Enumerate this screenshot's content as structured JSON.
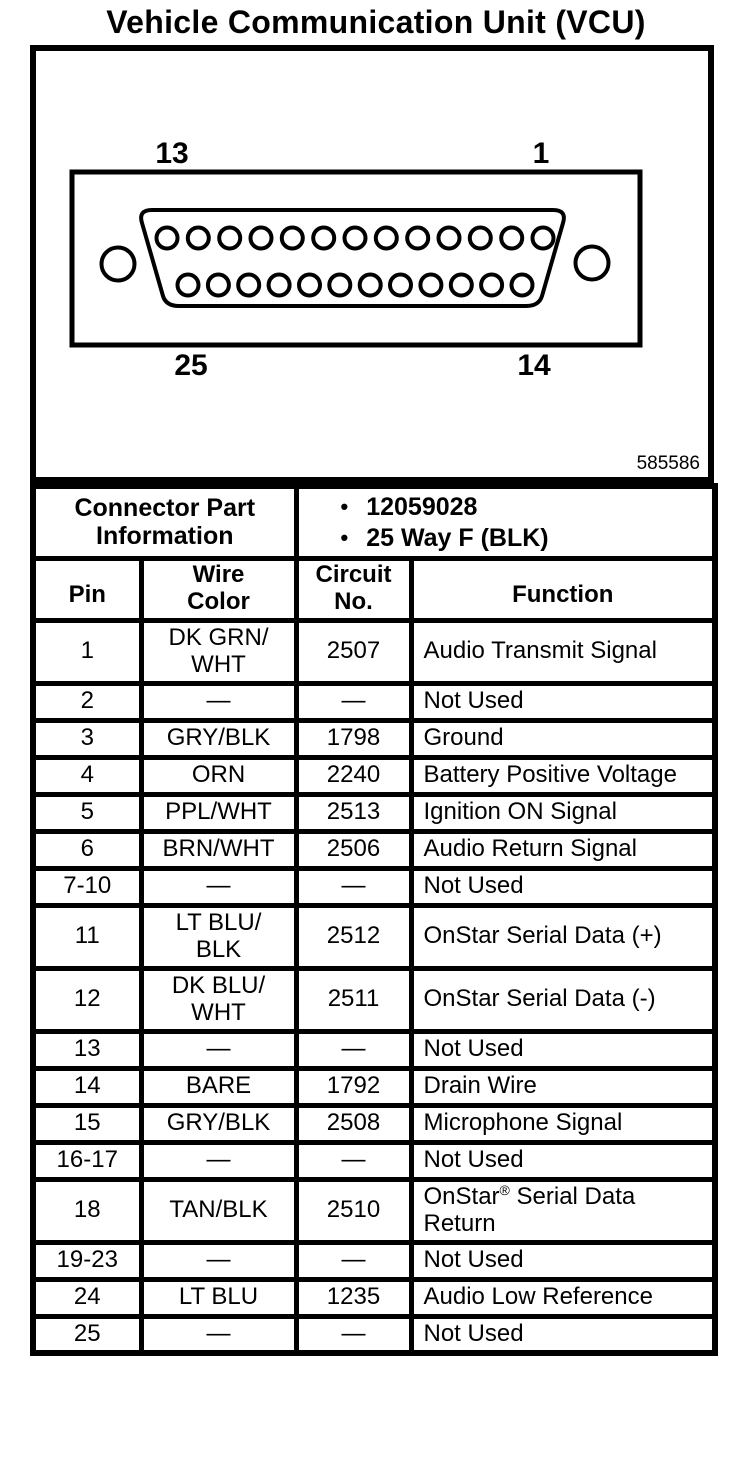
{
  "title": "Vehicle Communication Unit (VCU)",
  "figure": {
    "number": "585586",
    "connector": {
      "top_left_pin": "13",
      "top_right_pin": "1",
      "bottom_left_pin": "25",
      "bottom_right_pin": "14",
      "top_row_holes": 13,
      "bottom_row_holes": 12
    }
  },
  "connector_info": {
    "label": "Connector Part\nInformation",
    "bullet": "•",
    "items": [
      "12059028",
      "25 Way F (BLK)"
    ]
  },
  "table": {
    "headers": {
      "pin": "Pin",
      "wire": "Wire\nColor",
      "circuit": "Circuit\nNo.",
      "function": "Function"
    },
    "rows": [
      {
        "pin": "1",
        "wire": "DK GRN/\nWHT",
        "circuit": "2507",
        "function": "Audio Transmit Signal"
      },
      {
        "pin": "2",
        "wire": "—",
        "circuit": "—",
        "function": "Not Used"
      },
      {
        "pin": "3",
        "wire": "GRY/BLK",
        "circuit": "1798",
        "function": "Ground"
      },
      {
        "pin": "4",
        "wire": "ORN",
        "circuit": "2240",
        "function": "Battery Positive Voltage"
      },
      {
        "pin": "5",
        "wire": "PPL/WHT",
        "circuit": "2513",
        "function": "Ignition ON Signal"
      },
      {
        "pin": "6",
        "wire": "BRN/WHT",
        "circuit": "2506",
        "function": "Audio Return Signal"
      },
      {
        "pin": "7-10",
        "wire": "—",
        "circuit": "—",
        "function": "Not Used"
      },
      {
        "pin": "11",
        "wire": "LT BLU/\nBLK",
        "circuit": "2512",
        "function": "OnStar Serial Data (+)"
      },
      {
        "pin": "12",
        "wire": "DK BLU/\nWHT",
        "circuit": "2511",
        "function": "OnStar Serial Data (-)"
      },
      {
        "pin": "13",
        "wire": "—",
        "circuit": "—",
        "function": "Not Used"
      },
      {
        "pin": "14",
        "wire": "BARE",
        "circuit": "1792",
        "function": "Drain Wire"
      },
      {
        "pin": "15",
        "wire": "GRY/BLK",
        "circuit": "2508",
        "function": "Microphone Signal"
      },
      {
        "pin": "16-17",
        "wire": "—",
        "circuit": "—",
        "function": "Not Used"
      },
      {
        "pin": "18",
        "wire": "TAN/BLK",
        "circuit": "2510",
        "function_parts": {
          "pre": "OnStar",
          "sup": "®",
          "mid": " Serial Data",
          "post": "Return"
        }
      },
      {
        "pin": "19-23",
        "wire": "—",
        "circuit": "—",
        "function": "Not Used"
      },
      {
        "pin": "24",
        "wire": "LT BLU",
        "circuit": "1235",
        "function": "Audio Low Reference"
      },
      {
        "pin": "25",
        "wire": "—",
        "circuit": "—",
        "function": "Not Used"
      }
    ]
  }
}
